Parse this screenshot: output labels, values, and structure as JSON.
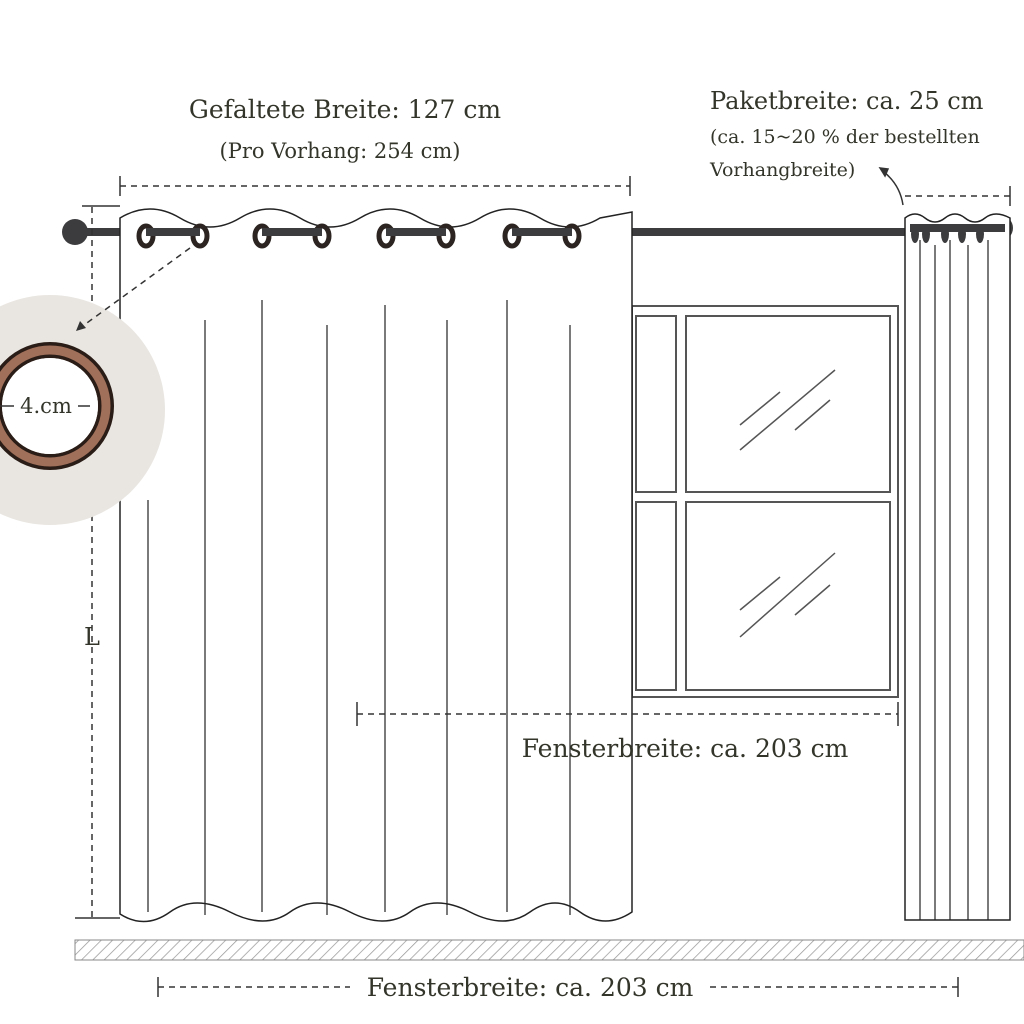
{
  "labels": {
    "folded_width": "Gefaltete Breite: 127 cm",
    "per_curtain": "(Pro Vorhang: 254 cm)",
    "package_width": "Paketbreite: ca. 25 cm",
    "package_note_1": "(ca. 15~20 % der bestellten",
    "package_note_2": "Vorhangbreite)",
    "grommet_size": "4.cm",
    "length": "L",
    "window_width_inner": "Fensterbreite: ca. 203 cm",
    "window_width_bottom": "Fensterbreite: ca. 203 cm"
  },
  "colors": {
    "text": "#33352a",
    "rod": "#3c3c3e",
    "grommet": "#8a5a44",
    "magnifier": "#e9e6e1"
  }
}
